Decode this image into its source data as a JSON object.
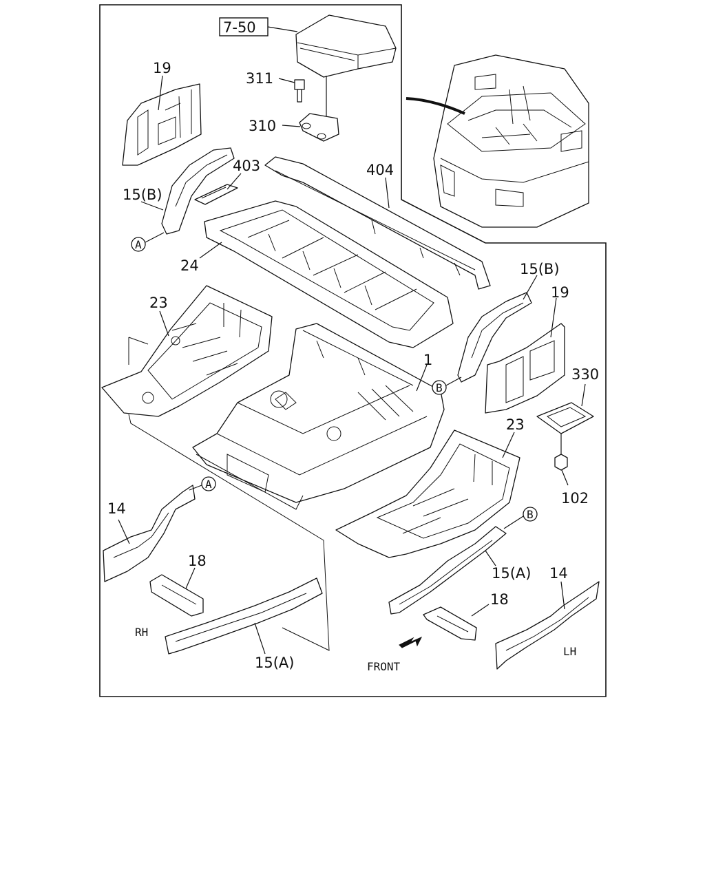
{
  "callout_box": "7-50",
  "labels": {
    "p19a": "19",
    "p311": "311",
    "p310": "310",
    "p403": "403",
    "p404": "404",
    "p15b_left": "15(B)",
    "ref_a_top": "A",
    "p24": "24",
    "p23_left": "23",
    "p15b_right": "15(B)",
    "p19b": "19",
    "p1": "1",
    "ref_b_mid": "B",
    "p330": "330",
    "p23_right": "23",
    "p102": "102",
    "ref_a_low": "A",
    "p14_left": "14",
    "ref_b_low": "B",
    "p18_left": "18",
    "p15a_right": "15(A)",
    "p14_right": "14",
    "p18_right": "18",
    "rh": "RH",
    "lh": "LH",
    "p15a_bottom": "15(A)",
    "front": "FRONT"
  }
}
